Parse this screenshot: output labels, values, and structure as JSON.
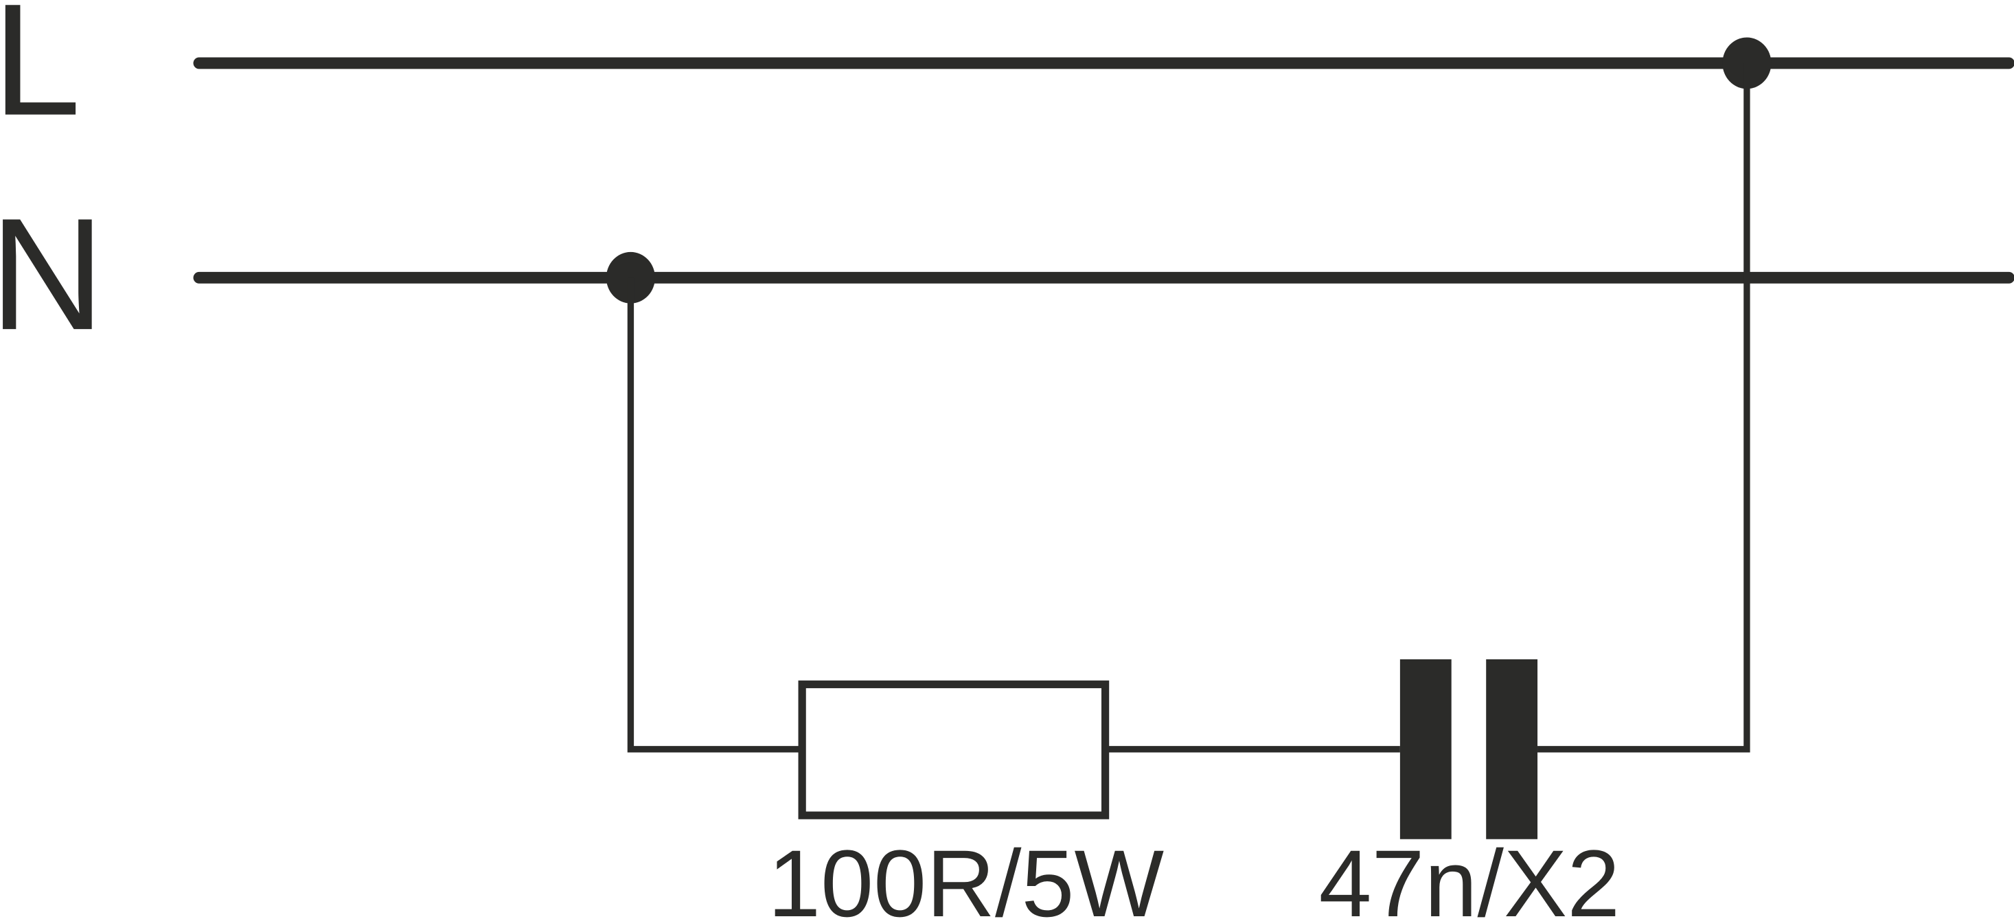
{
  "diagram": {
    "title_labels": {
      "line": "L",
      "neutral": "N"
    },
    "components": {
      "resistor": {
        "label": "100R/5W"
      },
      "capacitor": {
        "label": "47n/X2"
      }
    },
    "colors": {
      "ink": "#2b2b29",
      "background": "#ffffff"
    }
  }
}
